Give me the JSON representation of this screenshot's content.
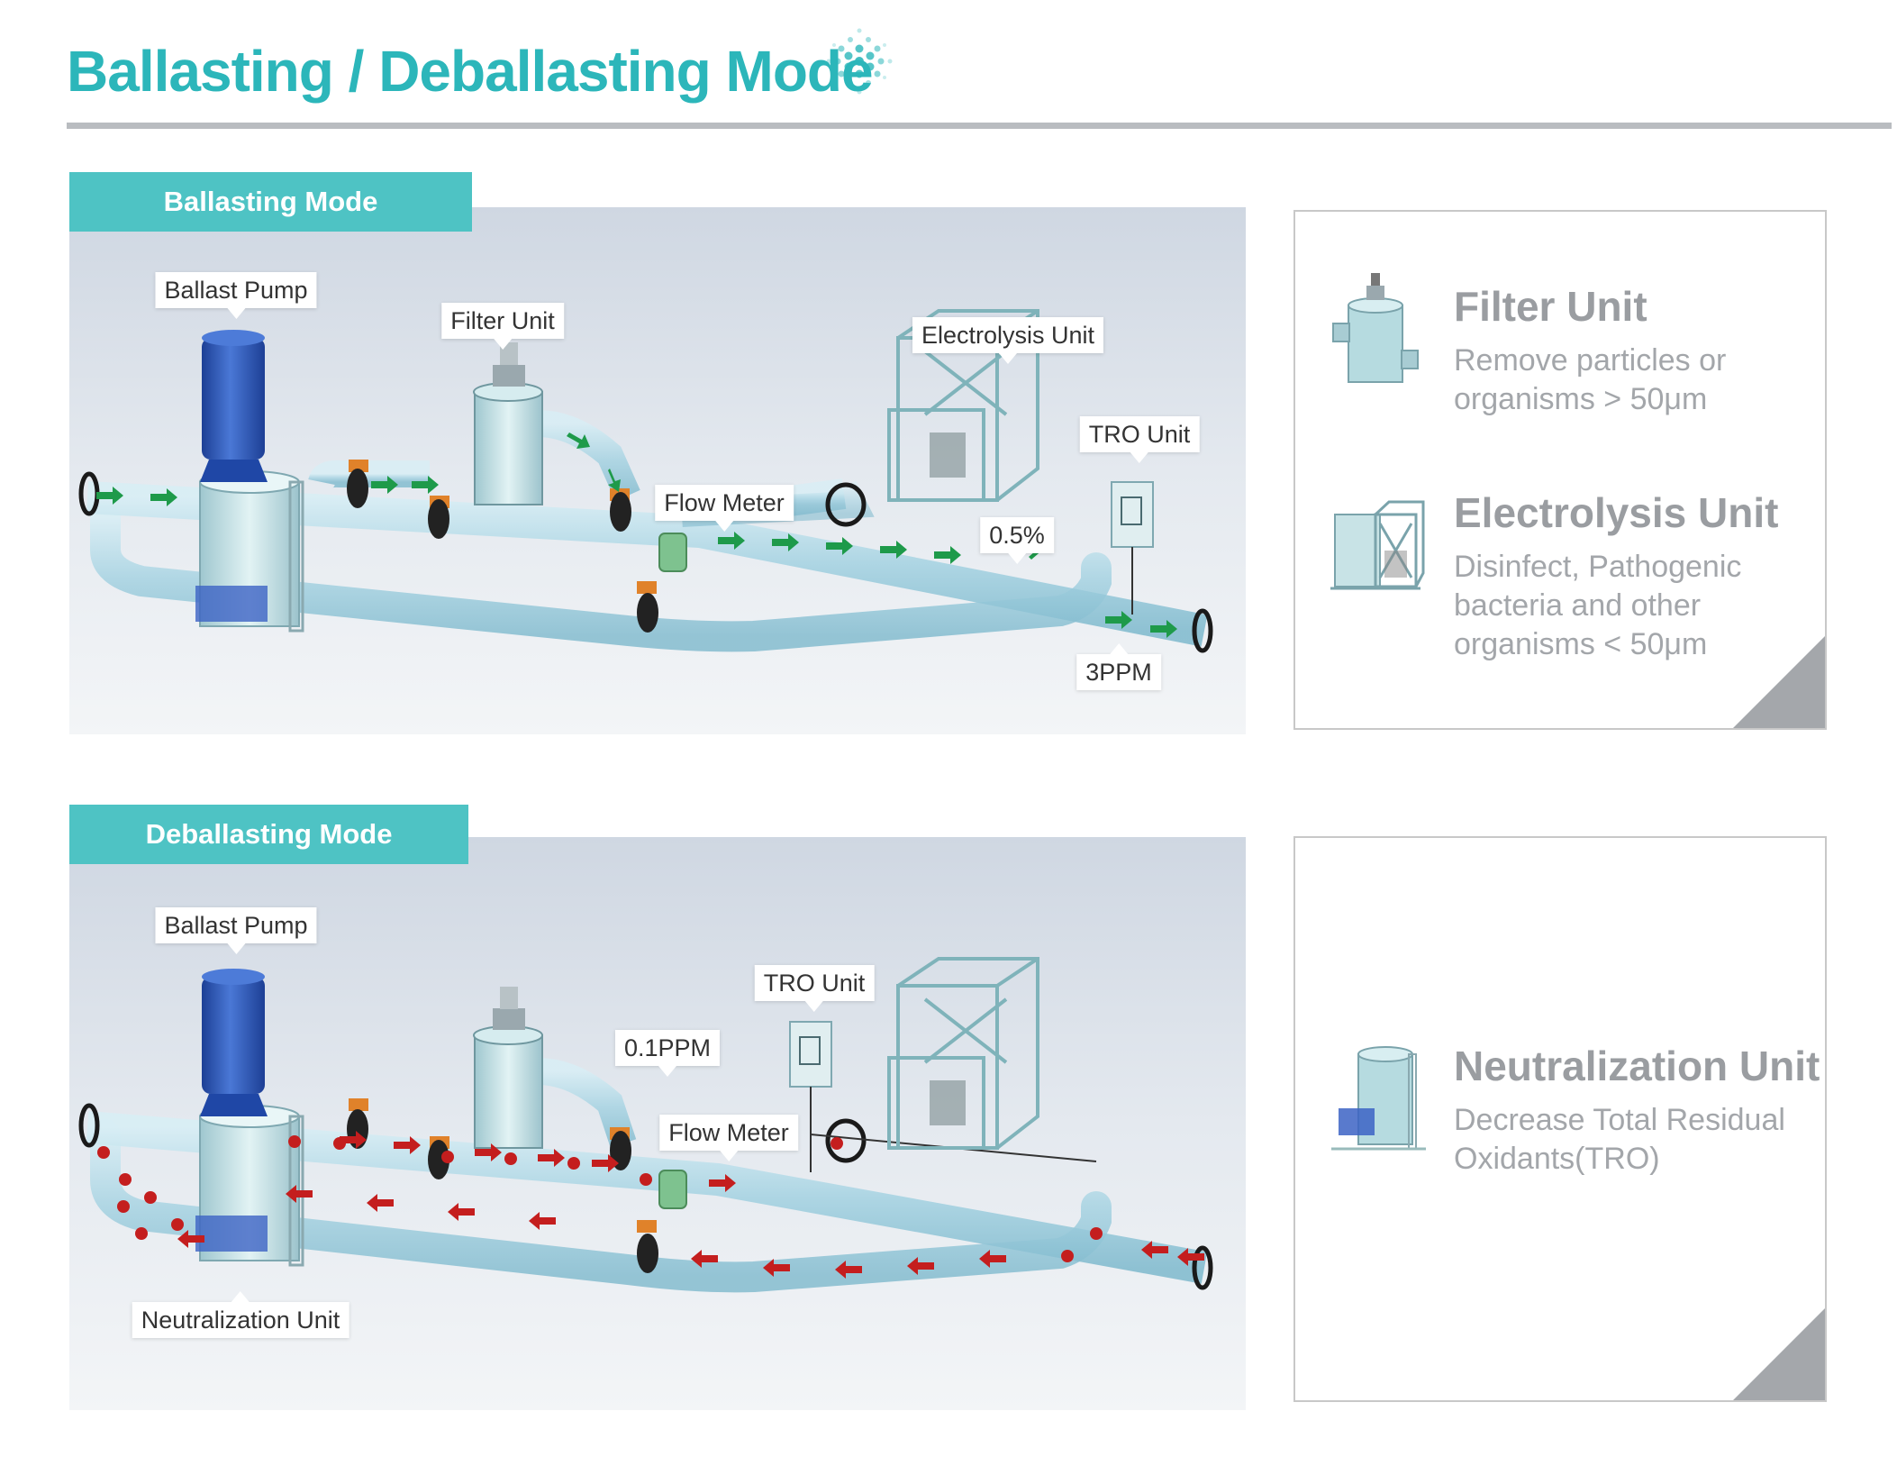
{
  "header": {
    "title": "Ballasting / Deballasting Mode"
  },
  "ballasting": {
    "tab_label": "Ballasting Mode",
    "labels": {
      "ballast_pump": "Ballast Pump",
      "filter_unit": "Filter Unit",
      "electrolysis_unit": "Electrolysis Unit",
      "tro_unit": "TRO Unit",
      "flow_meter": "Flow Meter",
      "dose": "0.5%",
      "output": "3PPM"
    },
    "info": [
      {
        "icon": "filter-unit-icon",
        "title": "Filter Unit",
        "description": "Remove particles or\norganisms > 50μm"
      },
      {
        "icon": "electrolysis-unit-icon",
        "title": "Electrolysis Unit",
        "description": "Disinfect, Pathogenic\nbacteria and other\norganisms < 50μm"
      }
    ]
  },
  "deballasting": {
    "tab_label": "Deballasting Mode",
    "labels": {
      "ballast_pump": "Ballast Pump",
      "tro_unit": "TRO Unit",
      "level": "0.1PPM",
      "flow_meter": "Flow Meter",
      "neutralization_unit": "Neutralization Unit"
    },
    "info": [
      {
        "icon": "neutralization-unit-icon",
        "title": "Neutralization Unit",
        "description": "Decrease Total Residual\nOxidants(TRO)"
      }
    ]
  },
  "colors": {
    "accent": "#2cb6ba",
    "tab": "#4ec3c4",
    "rule": "#b9bcc0",
    "ballast_flow": "#1e9a4a",
    "deballast_flow": "#c41e1e",
    "pipe": "#a9d4e2",
    "pump": "#2b55b5"
  }
}
